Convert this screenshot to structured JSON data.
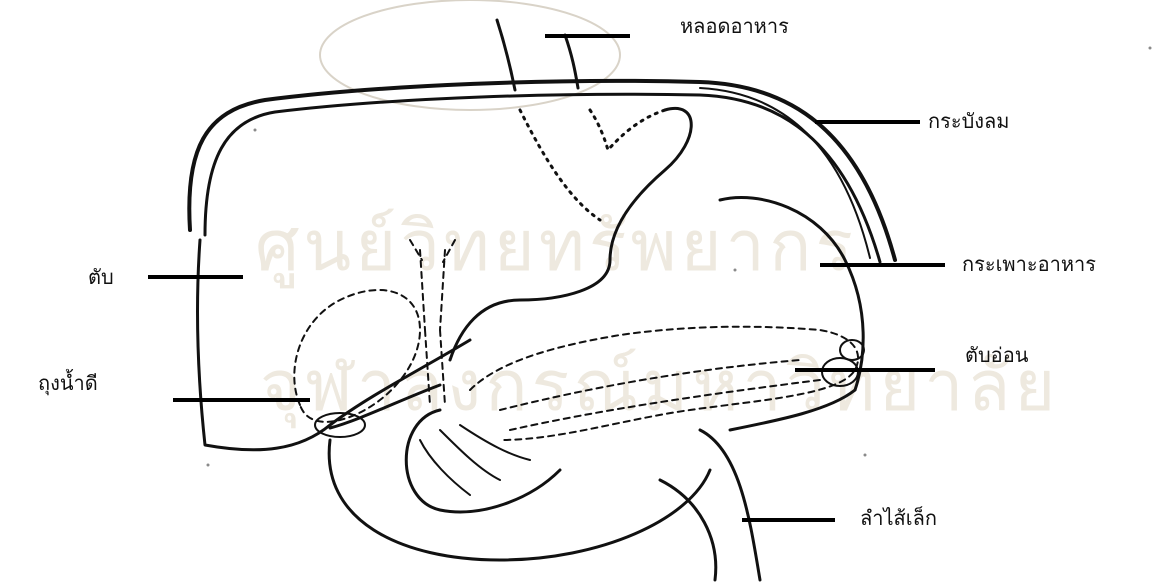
{
  "labels": {
    "esophagus": "หลอดอาหาร",
    "diaphragm": "กระบังลม",
    "liver": "ตับ",
    "stomach": "กระเพาะอาหาร",
    "pancreas": "ตับอ่อน",
    "gallbladder": "ถุงน้ำดี",
    "small_intestine": "ลำไส้เล็ก"
  },
  "watermark": {
    "line1": "ศูนย์วิทยทรัพยากร",
    "line2": "จุฬาลงกรณ์มหาวิทยาลัย"
  }
}
